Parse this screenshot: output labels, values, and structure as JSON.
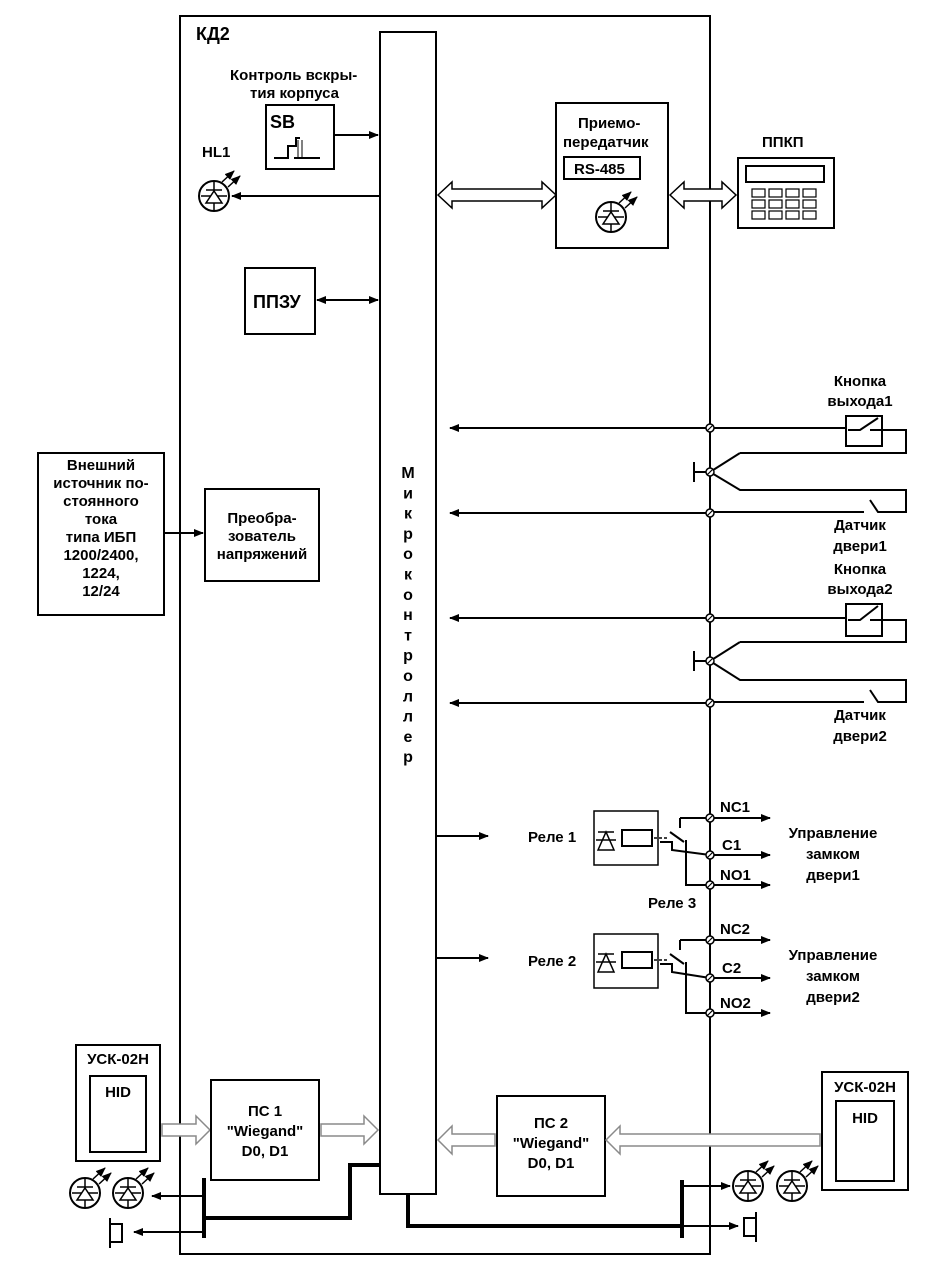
{
  "labels": {
    "kd2": "КД2",
    "tamper_line1": "Контроль вскры-",
    "tamper_line2": "тия корпуса",
    "sb": "SB",
    "hl1": "HL1",
    "ppzu": "ППЗУ",
    "transceiver_line1": "Приемо-",
    "transceiver_line2": "передатчик",
    "rs485": "RS-485",
    "ppkp": "ППКП",
    "ext_line1": "Внешний",
    "ext_line2": "источник по-",
    "ext_line3": "стоянного",
    "ext_line4": "тока",
    "ext_line5": "типа ИБП",
    "ext_line6": "1200/2400,",
    "ext_line7": "1224,",
    "ext_line8": "12/24",
    "conv_line1": "Преобра-",
    "conv_line2": "зователь",
    "conv_line3": "напряжений",
    "mcu": [
      "М",
      "и",
      "к",
      "р",
      "о",
      "к",
      "о",
      "н",
      "т",
      "р",
      "о",
      "л",
      "л",
      "е",
      "р"
    ],
    "exit1_line1": "Кнопка",
    "exit1_line2": "выхода1",
    "door1_line1": "Датчик",
    "door1_line2": "двери1",
    "exit2_line1": "Кнопка",
    "exit2_line2": "выхода2",
    "door2_line1": "Датчик",
    "door2_line2": "двери2",
    "relay1": "Реле 1",
    "relay2": "Реле 2",
    "relay3": "Реле 3",
    "nc1": "NC1",
    "c1": "C1",
    "no1": "NO1",
    "nc2": "NC2",
    "c2": "C2",
    "no2": "NO2",
    "lock1_line1": "Управление",
    "lock1_line2": "замком",
    "lock1_line3": "двери1",
    "lock2_line1": "Управление",
    "lock2_line2": "замком",
    "lock2_line3": "двери2",
    "usk_left": "УСК-02Н",
    "hid_left": "HID",
    "usk_right": "УСК-02Н",
    "hid_right": "HID",
    "ps1_line1": "ПС 1",
    "ps1_line2": "\"Wiegand\"",
    "ps1_line3": "D0, D1",
    "ps2_line1": "ПС 2",
    "ps2_line2": "\"Wiegand\"",
    "ps2_line3": "D0, D1"
  }
}
